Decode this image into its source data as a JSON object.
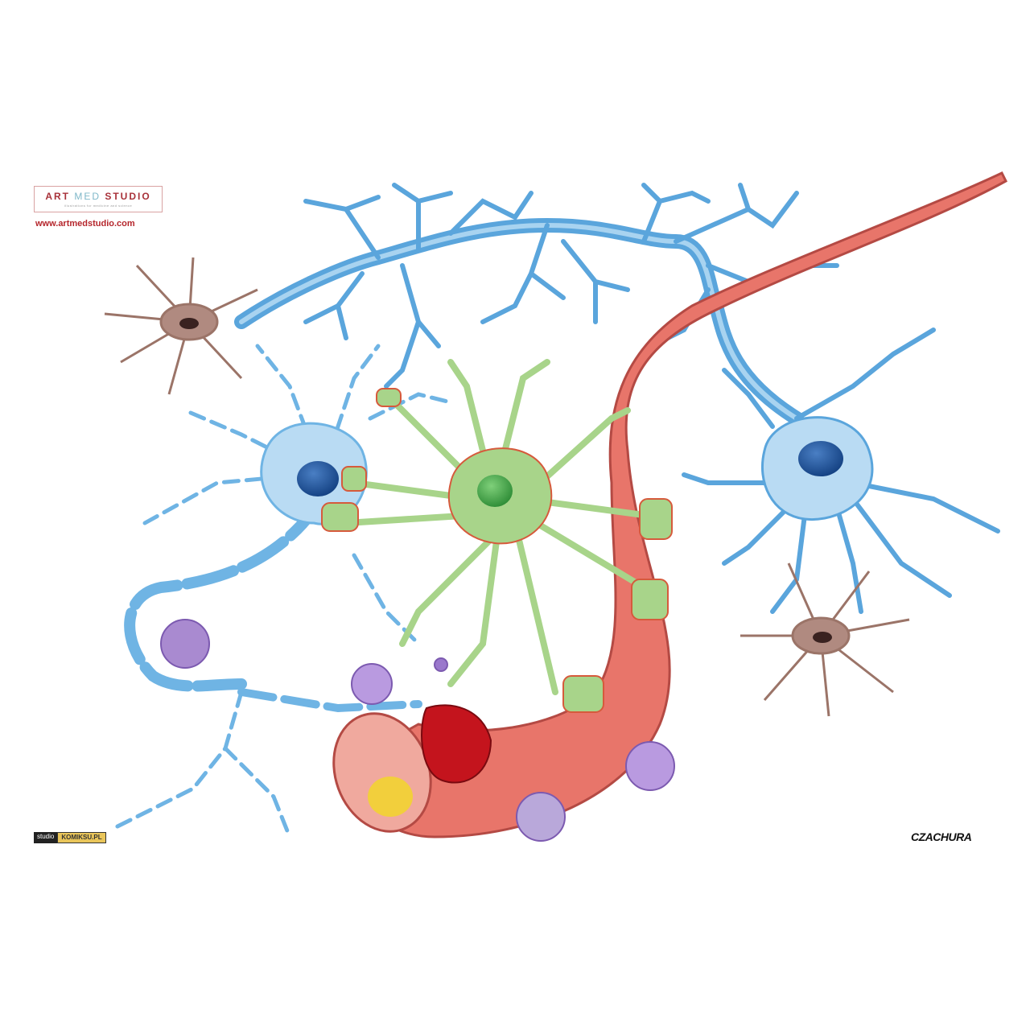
{
  "logo": {
    "name_part1": "ART",
    "name_part2": "MED",
    "name_part3": "STUDIO",
    "tagline": "illustrations for medicine and science",
    "url": "www.artmedstudio.com"
  },
  "partner_logo": {
    "part1": "studio",
    "part2": "KOMIKSU.PL"
  },
  "signature": "CZACHURA",
  "colors": {
    "neuron_blue": "#5aa5dc",
    "vessel_red": "#e8756a",
    "astrocyte_green": "#a8d48a",
    "microglia_brown": "#9b7468",
    "leukocyte_purple": "#a98ad0"
  }
}
